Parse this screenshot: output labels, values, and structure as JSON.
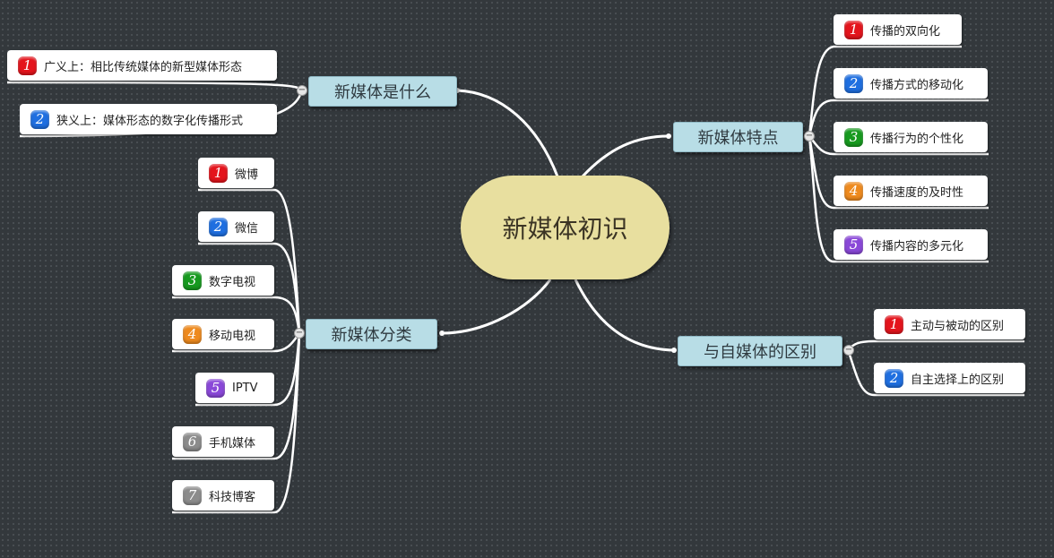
{
  "root": {
    "label": "新媒体初识"
  },
  "branches": [
    {
      "id": "what",
      "label": "新媒体是什么",
      "items": [
        {
          "num": "1",
          "label": "广义上：相比传统媒体的新型媒体形态",
          "color": "#e4141c"
        },
        {
          "num": "2",
          "label": "狭义上：媒体形态的数字化传播形式",
          "color": "#1f6fe0"
        }
      ]
    },
    {
      "id": "features",
      "label": "新媒体特点",
      "items": [
        {
          "num": "1",
          "label": "传播的双向化",
          "color": "#e4141c"
        },
        {
          "num": "2",
          "label": "传播方式的移动化",
          "color": "#1f6fe0"
        },
        {
          "num": "3",
          "label": "传播行为的个性化",
          "color": "#179a1f"
        },
        {
          "num": "4",
          "label": "传播速度的及时性",
          "color": "#ee8a1e"
        },
        {
          "num": "5",
          "label": "传播内容的多元化",
          "color": "#8a48d8"
        }
      ]
    },
    {
      "id": "types",
      "label": "新媒体分类",
      "items": [
        {
          "num": "1",
          "label": "微博",
          "color": "#e4141c"
        },
        {
          "num": "2",
          "label": "微信",
          "color": "#1f6fe0"
        },
        {
          "num": "3",
          "label": "数字电视",
          "color": "#179a1f"
        },
        {
          "num": "4",
          "label": "移动电视",
          "color": "#ee8a1e"
        },
        {
          "num": "5",
          "label": "IPTV",
          "color": "#8a48d8"
        },
        {
          "num": "6",
          "label": "手机媒体",
          "color": "#8c8c8c"
        },
        {
          "num": "7",
          "label": "科技博客",
          "color": "#8c8c8c"
        }
      ]
    },
    {
      "id": "diff",
      "label": "与自媒体的区别",
      "items": [
        {
          "num": "1",
          "label": "主动与被动的区别",
          "color": "#e4141c"
        },
        {
          "num": "2",
          "label": "自主选择上的区别",
          "color": "#1f6fe0"
        }
      ]
    }
  ],
  "colors": {
    "connector": "#ffffff",
    "root_fill": "#e8df9f",
    "branch_fill": "#b8dde6",
    "background": "#33383c"
  }
}
